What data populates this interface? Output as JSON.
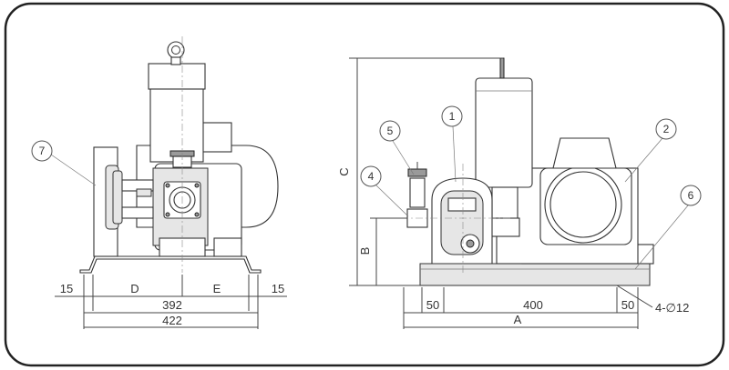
{
  "balloons": {
    "b1": "1",
    "b2": "2",
    "b4": "4",
    "b5": "5",
    "b6": "6",
    "b7": "7"
  },
  "left_view": {
    "dim_15_left": "15",
    "dim_15_right": "15",
    "dim_D": "D",
    "dim_E": "E",
    "dim_392": "392",
    "dim_422": "422"
  },
  "right_view": {
    "dim_50_left": "50",
    "dim_400": "400",
    "dim_50_right": "50",
    "dim_A": "A",
    "dim_B": "B",
    "dim_C": "C",
    "holes": "4-∅12"
  },
  "colors": {
    "frame": "#222222",
    "line": "#444444",
    "fill_light": "#e6e6e6"
  }
}
